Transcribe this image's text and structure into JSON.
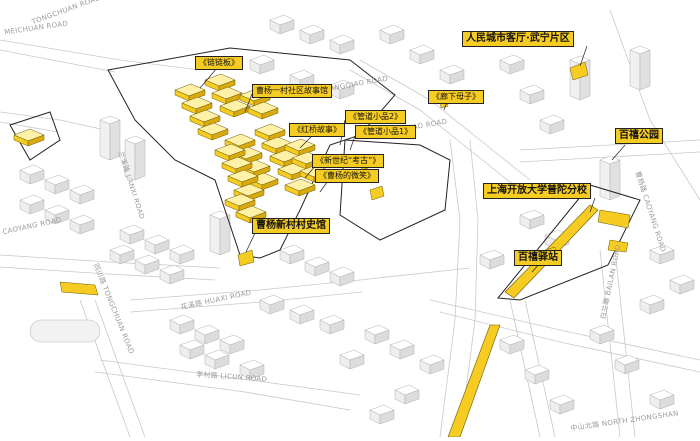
{
  "labels": {
    "renmin": "人民城市客厅·武宁片区",
    "lianlianban": "《链链板》",
    "gushiguan": "曹杨一村社区故事馆",
    "langxia": "《廊下母子》",
    "hongqiao": "《红桥故事》",
    "guandao2": "《管道小品2》",
    "guandao1": "《管道小品1》",
    "xinshiji": "《新世纪“考古”》",
    "weixiao": "《曹杨的微笑》",
    "baixi_park": "百禧公园",
    "kaifang": "上海开放大学普陀分校",
    "shiguan": "曹杨新村村史馆",
    "baixi_station": "百禧驿站"
  },
  "roads": {
    "meichuan": "MEICHUAN ROAD",
    "tongchuan_top": "TONGCHUAN ROAD",
    "lanxi": "兰溪路 LANXI ROAD",
    "tangqiao": "TANGQIAO ROAD",
    "fengqiao": "枫桥路 FENGQIAO ROAD",
    "caoyang_left": "CAOYANG ROAD",
    "caoyang_right": "曹杨路 CAOYANG ROAD",
    "tongchuan_mid": "同川路 TONGCHUAN ROAD",
    "huaxi": "花溪路 HUAXI ROAD",
    "licun": "李村路 LICUN ROAD",
    "bailan": "白兰路 BAILAN ROAD",
    "zhongshan": "中山北路 NORTH ZHONGSHAN"
  },
  "colors": {
    "highlight": "#f6cc22",
    "outline": "#222222",
    "building": "#ffffff",
    "building_stroke": "#b8b8b8",
    "road_text": "#9a9a9a"
  }
}
